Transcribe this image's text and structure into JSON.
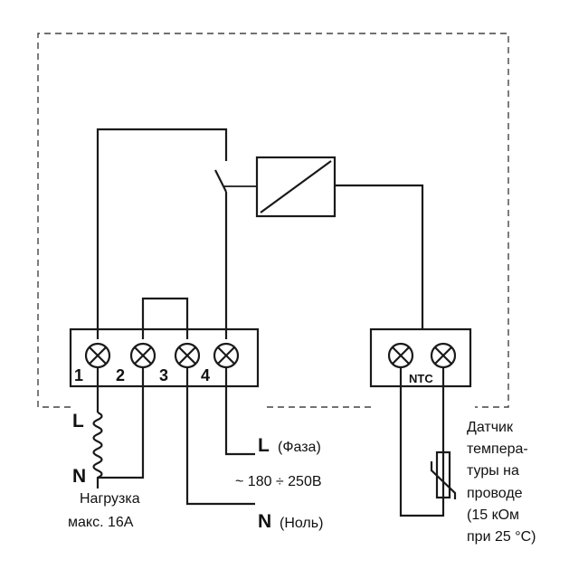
{
  "terminals": {
    "t1": "1",
    "t2": "2",
    "t3": "3",
    "t4": "4",
    "ntc": "NTC"
  },
  "load": {
    "l": "L",
    "n": "N",
    "caption_line1": "Нагрузка",
    "caption_line2": "макс. 16А"
  },
  "supply": {
    "phase_letter": "L",
    "phase_text": "(Фаза)",
    "voltage": "~ 180 ÷ 250В",
    "neutral_letter": "N",
    "neutral_text": "(Ноль)"
  },
  "sensor": {
    "line1": "Датчик",
    "line2": "темпера-",
    "line3": "туры на",
    "line4": "проводе",
    "line5": "(15 кОм",
    "line6": "при 25 °С)"
  }
}
